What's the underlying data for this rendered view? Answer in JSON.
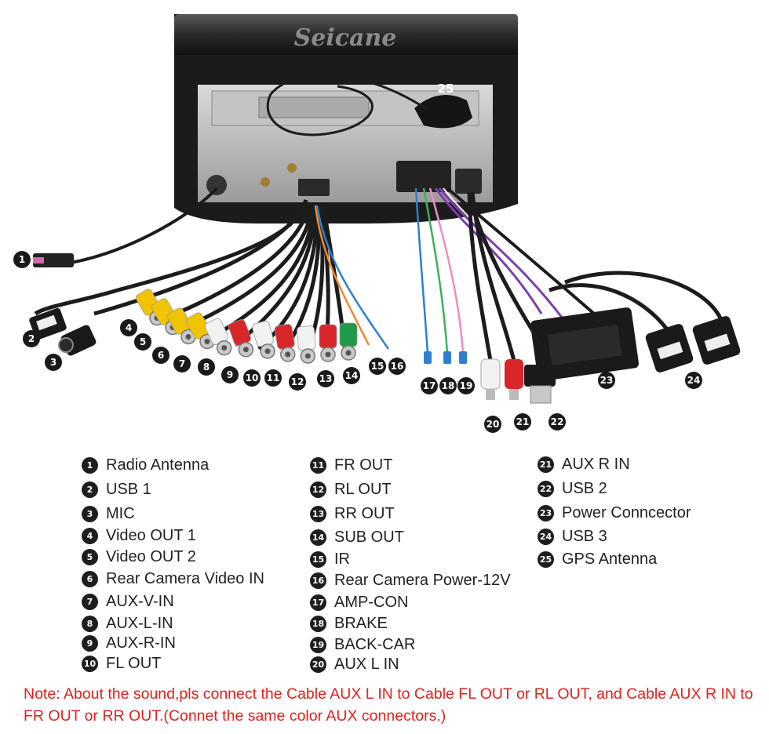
{
  "brand": "Seicane",
  "colors": {
    "note": "#e0221e",
    "cable": "#1c1c1c",
    "rca_yellow": "#f2c400",
    "rca_white": "#f2f2f2",
    "rca_red": "#d8262a",
    "rca_green": "#1f9a4a",
    "wire_blue": "#2f7fd0",
    "wire_orange": "#f08a2a",
    "wire_green": "#3cb15a",
    "wire_pink": "#f08cc0",
    "wire_purple": "#7a3fb0"
  },
  "callouts": [
    "1",
    "2",
    "3",
    "4",
    "5",
    "6",
    "7",
    "8",
    "9",
    "10",
    "11",
    "12",
    "13",
    "14",
    "15",
    "16",
    "17",
    "18",
    "19",
    "20",
    "21",
    "22",
    "23",
    "24",
    "25"
  ],
  "legend": {
    "col1": [
      {
        "num": "1",
        "label": "Radio Antenna"
      },
      {
        "num": "2",
        "label": "USB 1"
      },
      {
        "num": "3",
        "label": "MIC"
      },
      {
        "num": "4",
        "label": "Video OUT 1"
      },
      {
        "num": "5",
        "label": "Video OUT 2"
      },
      {
        "num": "6",
        "label": "Rear Camera Video IN"
      },
      {
        "num": "7",
        "label": "AUX-V-IN"
      },
      {
        "num": "8",
        "label": "AUX-L-IN"
      },
      {
        "num": "9",
        "label": "AUX-R-IN"
      },
      {
        "num": "10",
        "label": "FL OUT"
      }
    ],
    "col2": [
      {
        "num": "11",
        "label": "FR OUT"
      },
      {
        "num": "12",
        "label": "RL OUT"
      },
      {
        "num": "13",
        "label": "RR OUT"
      },
      {
        "num": "14",
        "label": "SUB OUT"
      },
      {
        "num": "15",
        "label": "IR"
      },
      {
        "num": "16",
        "label": "Rear Camera Power-12V"
      },
      {
        "num": "17",
        "label": "AMP-CON"
      },
      {
        "num": "18",
        "label": "BRAKE"
      },
      {
        "num": "19",
        "label": "BACK-CAR"
      },
      {
        "num": "20",
        "label": "AUX L IN"
      }
    ],
    "col3": [
      {
        "num": "21",
        "label": "AUX R IN"
      },
      {
        "num": "22",
        "label": "USB 2"
      },
      {
        "num": "23",
        "label": "Power Conncector"
      },
      {
        "num": "24",
        "label": "USB 3"
      },
      {
        "num": "25",
        "label": "GPS Antenna"
      }
    ]
  },
  "note": "Note: About the sound,pls connect the Cable AUX L IN to Cable FL OUT or RL OUT, and Cable AUX R IN to FR OUT or RR OUT.(Connet the same color AUX connectors.)"
}
